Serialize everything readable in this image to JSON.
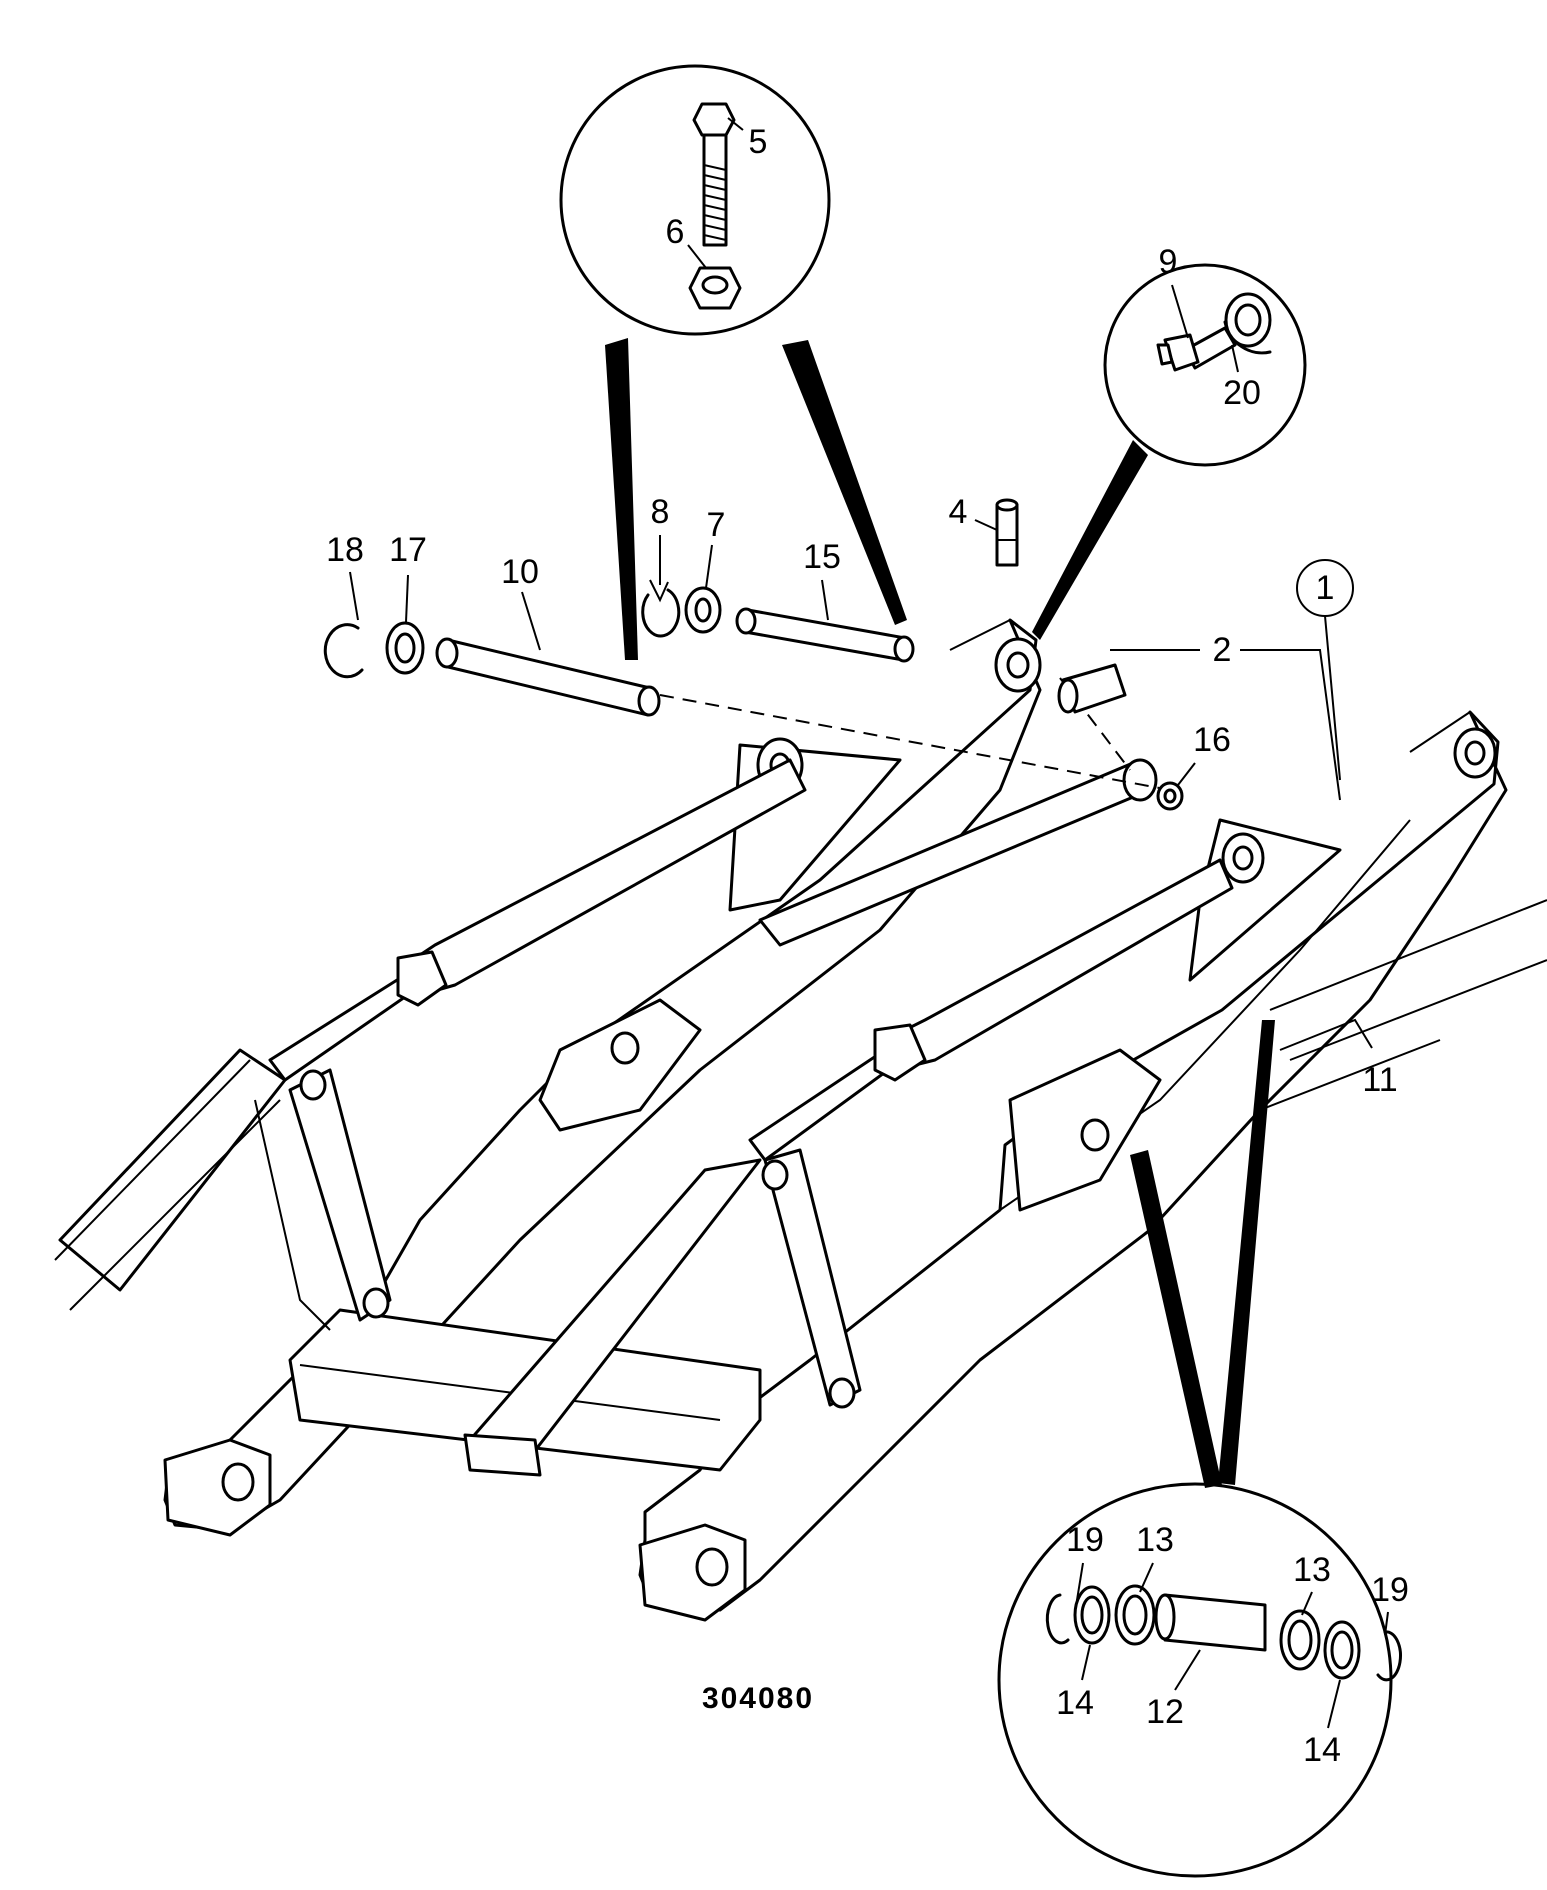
{
  "drawing_number": "304080",
  "callouts": {
    "c1": "1",
    "c2": "2",
    "c4": "4",
    "c5": "5",
    "c6": "6",
    "c7": "7",
    "c8": "8",
    "c9": "9",
    "c10": "10",
    "c11": "11",
    "c12": "12",
    "c13a": "13",
    "c13b": "13",
    "c14a": "14",
    "c14b": "14",
    "c15": "15",
    "c16": "16",
    "c17": "17",
    "c18": "18",
    "c19a": "19",
    "c19b": "19",
    "c20": "20"
  }
}
